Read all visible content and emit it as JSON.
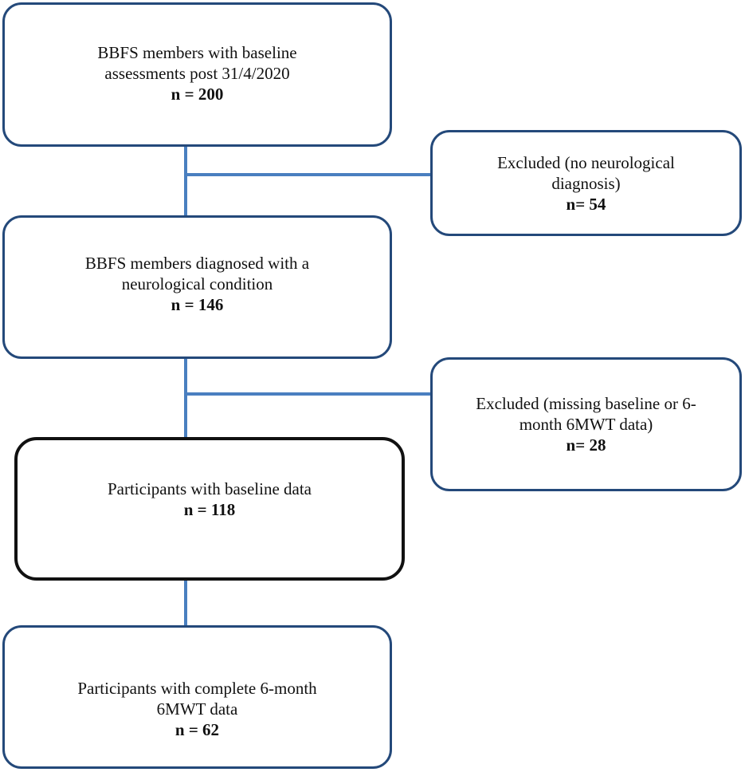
{
  "flowchart": {
    "total": {
      "lines": [
        "BBFS members with baseline",
        "assessments post 31/4/2020"
      ],
      "count": "n = 200"
    },
    "excluded_no_diagnosis": {
      "lines": [
        "Excluded (no neurological",
        "diagnosis)"
      ],
      "count": "n= 54"
    },
    "neurological": {
      "lines": [
        "BBFS members diagnosed with a",
        "neurological condition"
      ],
      "count": "n = 146"
    },
    "excluded_missing": {
      "lines": [
        "Excluded (missing baseline or 6-",
        "month 6MWT data)"
      ],
      "count": "n= 28"
    },
    "baseline": {
      "lines": [
        "Participants with baseline data"
      ],
      "count": "n = 118"
    },
    "complete": {
      "lines": [
        "Participants with complete 6-month",
        "6MWT data"
      ],
      "count": "n = 62"
    }
  },
  "colors": {
    "box_border": "#24497a",
    "connector": "#4a7fc0",
    "highlight_border": "#111111"
  }
}
